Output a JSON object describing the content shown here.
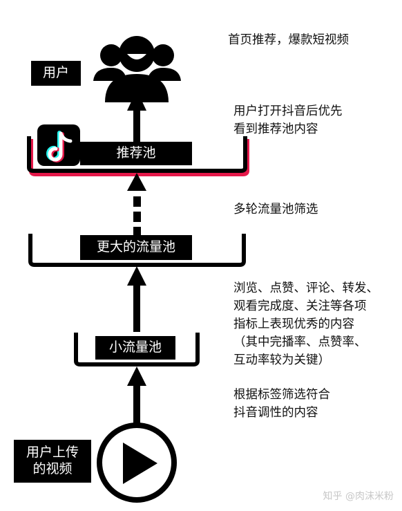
{
  "nodes": {
    "user_label": "用户",
    "recommend_pool": "推荐池",
    "larger_pool": "更大的流量池",
    "small_pool": "小流量池",
    "upload": [
      "用户上传",
      "的视频"
    ]
  },
  "notes": {
    "top": [
      "首页推荐，爆款短视频"
    ],
    "recommend": [
      "用户打开抖音后优先",
      "看到推荐池内容"
    ],
    "filter": [
      "多轮流量池筛选"
    ],
    "metrics": [
      "浏览、点赞、评论、转发、",
      "观看完成度、关注等各项",
      "指标上表现优秀的内容",
      "（其中完播率、点赞率、",
      "互动率较为关键）"
    ],
    "tags": [
      "根据标签筛选符合",
      "抖音调性的内容"
    ]
  },
  "watermark": "知乎 @肉沫米粉",
  "icons": [
    "users-icon",
    "tiktok-logo-icon",
    "play-icon",
    "arrow-up-icon"
  ],
  "colors": {
    "ink": "#000000",
    "accent_red": "#e5194a",
    "accent_cyan": "#25f4ee",
    "background": "#ffffff"
  }
}
